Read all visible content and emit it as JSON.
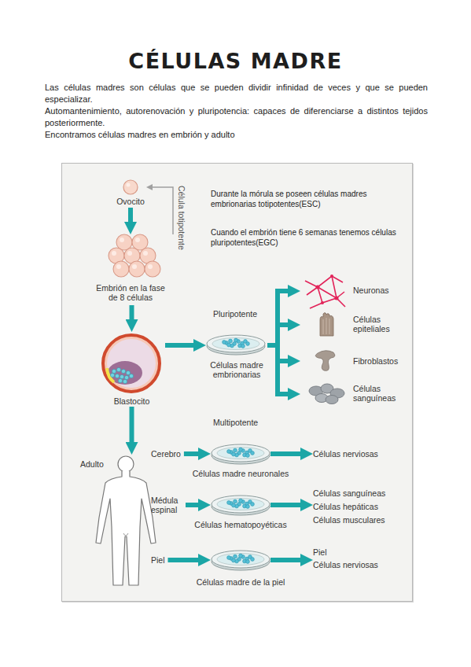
{
  "diagram": {
    "title": "CÉLULAS MADRE",
    "nodes": [
      {
        "text": [
          "Ovocito"
        ]
      },
      {
        "text": [
          "Embrión en la fase de 8 células"
        ]
      },
      {
        "text": [
          "Blastocito"
        ]
      },
      {
        "text": [
          "Células madre embrionarias"
        ]
      },
      {
        "text": [
          "Neuronas"
        ]
      },
      {
        "text": [
          "Células epiteliales"
        ]
      },
      {
        "text": [
          "Fibroblastos"
        ]
      },
      {
        "text": [
          "Células sanguíneas"
        ]
      },
      {
        "text": [
          "Adulto"
        ]
      },
      {
        "text": [
          "Células madre neuronales"
        ]
      },
      {
        "text": [
          "Células nerviosas"
        ]
      },
      {
        "text": [
          "Células hematopoyéticas"
        ]
      },
      {
        "text": [
          "Células sanguíneas",
          "Células hepáticas",
          "Células musculares"
        ]
      },
      {
        "text": [
          "Células madre de la piel"
        ]
      },
      {
        "text": [
          "Piel",
          "Células nerviosas"
        ]
      }
    ],
    "edges": [
      {
        "from": 0,
        "to": 1,
        "arrow": "to"
      },
      {
        "from": 1,
        "to": 0,
        "label": "Célula totipotente",
        "arrow": "to"
      },
      {
        "from": 1,
        "to": 2,
        "arrow": "to"
      },
      {
        "from": 2,
        "to": 3,
        "arrow": "to"
      },
      {
        "from": 3,
        "to": 4,
        "arrow": "to"
      },
      {
        "from": 3,
        "to": 5,
        "arrow": "to"
      },
      {
        "from": 3,
        "to": 6,
        "arrow": "to"
      },
      {
        "from": 3,
        "to": 7,
        "arrow": "to"
      },
      {
        "from": 2,
        "to": 8,
        "arrow": "to"
      },
      {
        "from": 8,
        "to": 9,
        "label": "Cerebro",
        "arrow": "to"
      },
      {
        "from": 9,
        "to": 10,
        "arrow": "to"
      },
      {
        "from": 8,
        "to": 11,
        "label": "Médula espinal",
        "arrow": "to"
      },
      {
        "from": 11,
        "to": 12,
        "arrow": "to"
      },
      {
        "from": 8,
        "to": 13,
        "label": "Piel",
        "arrow": "to"
      },
      {
        "from": 13,
        "to": 14,
        "arrow": "to"
      }
    ],
    "labels": [
      "Las células madres son células que se pueden dividir infinidad de veces y que se pueden especializar.",
      "Automantenimiento, autorenovación y pluripotencia: capaces de diferenciarse a distintos tejidos posteriormente.",
      "Encontramos células madres en embrión y adulto",
      "Durante la mórula se poseen células madres embrionarias totipotentes(ESC)",
      "Cuando el embrión tiene 6 semanas tenemos células pluripotentes(EGC)",
      "Pluripotente",
      "Multipotente"
    ]
  }
}
